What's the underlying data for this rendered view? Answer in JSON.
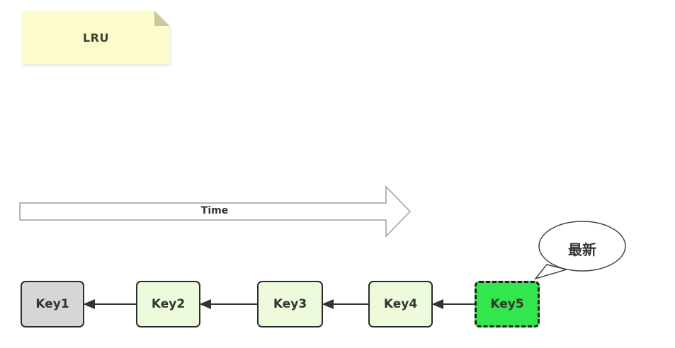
{
  "note": {
    "label": "LRU"
  },
  "timeline": {
    "label": "Time"
  },
  "callout": {
    "label": "最新"
  },
  "nodes": [
    {
      "id": "key1",
      "label": "Key1",
      "fill": "#D6D6D6",
      "border": "solid"
    },
    {
      "id": "key2",
      "label": "Key2",
      "fill": "#EDFADC",
      "border": "solid"
    },
    {
      "id": "key3",
      "label": "Key3",
      "fill": "#EDFADC",
      "border": "solid"
    },
    {
      "id": "key4",
      "label": "Key4",
      "fill": "#EDFADC",
      "border": "solid"
    },
    {
      "id": "key5",
      "label": "Key5",
      "fill": "#33E64D",
      "border": "dashed"
    }
  ],
  "edges": [
    {
      "from": "Key2",
      "to": "Key1"
    },
    {
      "from": "Key3",
      "to": "Key2"
    },
    {
      "from": "Key4",
      "to": "Key3"
    },
    {
      "from": "Key5",
      "to": "Key4"
    }
  ],
  "colors": {
    "node_default": "#EDFADC",
    "node_oldest": "#D6D6D6",
    "node_newest": "#33E64D",
    "note_fill": "#FBFBCB",
    "note_fold": "#C9C99B",
    "edge": "#333333",
    "timeline_outline": "#9E9E9E"
  }
}
